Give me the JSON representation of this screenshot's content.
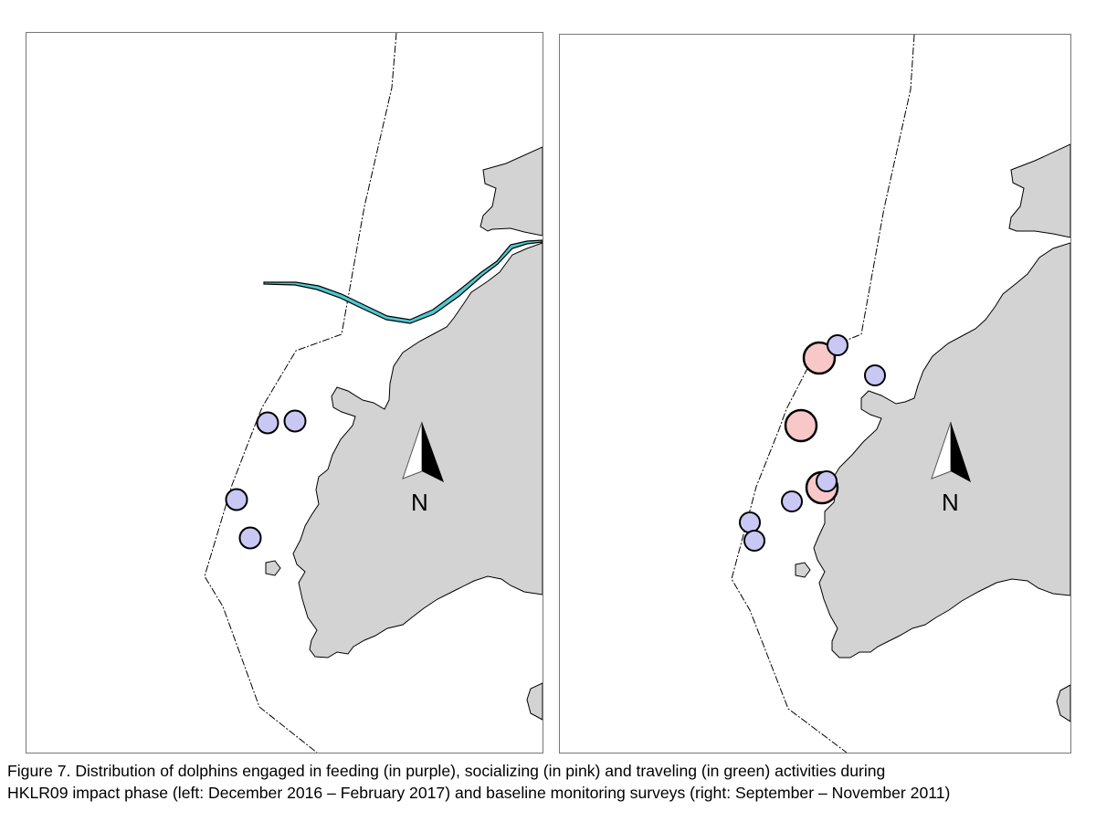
{
  "colors": {
    "land": "#d3d3d3",
    "feeding": "#c9c8f5",
    "socializing": "#f8c8c8",
    "traveling": "#4fc7cf",
    "boundary": "#000000"
  },
  "panels": {
    "left": {
      "north_label": "N",
      "features": [
        "coastline",
        "survey-boundary",
        "hklr09-alignment"
      ],
      "sightings": [
        {
          "activity": "feeding"
        },
        {
          "activity": "feeding"
        },
        {
          "activity": "feeding"
        },
        {
          "activity": "feeding"
        }
      ]
    },
    "right": {
      "north_label": "N",
      "features": [
        "coastline",
        "survey-boundary"
      ],
      "sightings": [
        {
          "activity": "socializing"
        },
        {
          "activity": "feeding"
        },
        {
          "activity": "feeding"
        },
        {
          "activity": "socializing"
        },
        {
          "activity": "socializing"
        },
        {
          "activity": "feeding"
        },
        {
          "activity": "feeding"
        },
        {
          "activity": "feeding"
        },
        {
          "activity": "feeding"
        }
      ]
    }
  },
  "caption": {
    "line1": "Figure 7.  Distribution of dolphins engaged in feeding (in purple), socializing (in pink) and traveling (in green) activities during",
    "line2": "HKLR09 impact phase (left: December 2016 – February 2017) and baseline monitoring surveys (right: September – November 2011)"
  }
}
